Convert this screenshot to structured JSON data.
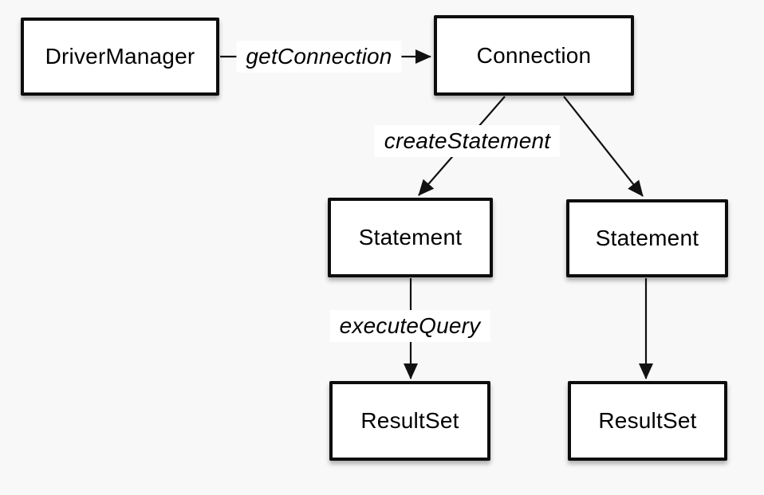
{
  "diagram": {
    "nodes": {
      "driver_manager": "DriverManager",
      "connection": "Connection",
      "statement_left": "Statement",
      "statement_right": "Statement",
      "resultset_left": "ResultSet",
      "resultset_right": "ResultSet"
    },
    "edge_labels": {
      "get_connection": "getConnection",
      "create_statement": "createStatement",
      "execute_query": "executeQuery"
    },
    "colors": {
      "background": "#f8f8f8",
      "node_fill": "#ffffff",
      "node_border": "#0d0d0d",
      "line": "#111111",
      "label_background": "#ffffff",
      "text": "#000000"
    }
  }
}
